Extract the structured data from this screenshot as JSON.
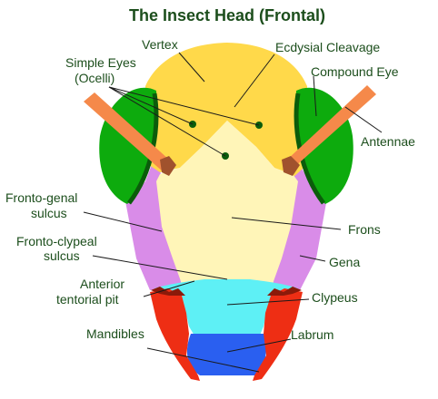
{
  "title": "The Insect Head (Frontal)",
  "labels": {
    "vertex": "Vertex",
    "ecdysial_cleavage": "Ecdysial Cleavage",
    "simple_eyes_line1": "Simple Eyes",
    "simple_eyes_line2": "(Ocelli)",
    "compound_eye": "Compound Eye",
    "antennae": "Antennae",
    "fronto_genal_line1": "Fronto-genal",
    "fronto_genal_line2": "sulcus",
    "frons": "Frons",
    "fronto_clypeal_line1": "Fronto-clypeal",
    "fronto_clypeal_line2": "sulcus",
    "gena": "Gena",
    "anterior_tentorial_line1": "Anterior",
    "anterior_tentorial_line2": "tentorial pit",
    "clypeus": "Clypeus",
    "mandibles": "Mandibles",
    "labrum": "Labrum"
  },
  "colors": {
    "label_text": "#1c4e1c",
    "vertex": "#ffd94a",
    "frons": "#fff5b8",
    "compound_eye": "#0dab0d",
    "eye_rim": "#0b5c0b",
    "gena": "#d98ce8",
    "clypeus": "#5ef0f5",
    "labrum": "#2a5ff0",
    "mandibles": "#ee2e14",
    "mandible_tip": "#8b1a0a",
    "antennae": "#f5894a",
    "antenna_socket": "#a0522d",
    "ocelli": "#0b5c0b"
  }
}
